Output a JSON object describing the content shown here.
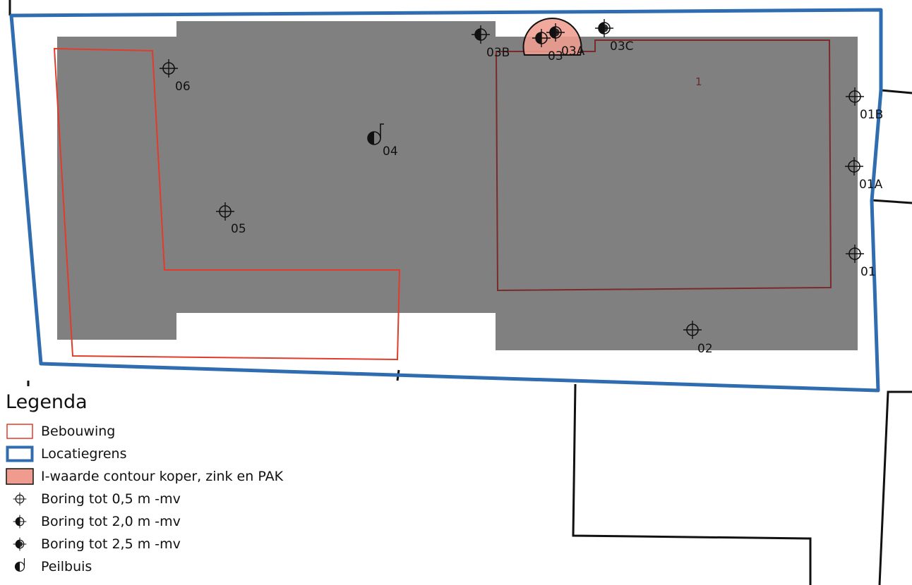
{
  "legend": {
    "title": "Legenda",
    "items": [
      {
        "name": "bebouwing",
        "label": "Bebouwing",
        "symbol": "outline-red"
      },
      {
        "name": "locatiegrens",
        "label": "Locatiegrens",
        "symbol": "outline-blue"
      },
      {
        "name": "i-waarde-contour",
        "label": "I-waarde contour koper, zink en PAK",
        "symbol": "fill-salmon"
      },
      {
        "name": "boring-05",
        "label": "Boring tot 0,5 m -mv",
        "symbol": "boring-05"
      },
      {
        "name": "boring-20",
        "label": "Boring tot 2,0 m -mv",
        "symbol": "boring-20"
      },
      {
        "name": "boring-25",
        "label": "Boring tot 2,5 m -mv",
        "symbol": "boring-25"
      },
      {
        "name": "peilbuis",
        "label": "Peilbuis",
        "symbol": "peilbuis"
      }
    ]
  },
  "map": {
    "building_label": "1",
    "points": [
      {
        "id": "06",
        "type": "boring-05"
      },
      {
        "id": "04",
        "type": "peilbuis"
      },
      {
        "id": "05",
        "type": "boring-05"
      },
      {
        "id": "03B",
        "type": "boring-20"
      },
      {
        "id": "03",
        "type": "boring-20"
      },
      {
        "id": "03A",
        "type": "boring-25"
      },
      {
        "id": "03C",
        "type": "boring-25"
      },
      {
        "id": "01B",
        "type": "boring-05"
      },
      {
        "id": "01A",
        "type": "boring-05"
      },
      {
        "id": "01",
        "type": "boring-05"
      },
      {
        "id": "02",
        "type": "boring-05"
      }
    ]
  },
  "colors": {
    "paved_area": "#808080",
    "bebouwing": "#e23b2a",
    "building_dark": "#7a2a2a",
    "locatiegrens": "#2f6db0",
    "contour_fill": "#ef9c8f",
    "parcel_lines": "#111111",
    "symbol": "#111111"
  }
}
